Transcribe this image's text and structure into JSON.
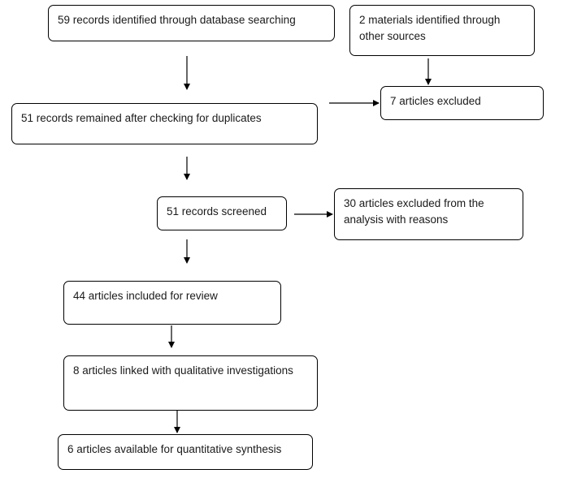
{
  "flowchart": {
    "nodes": {
      "database_search": "59 records identified through database searching",
      "other_sources": "2 materials identified through other sources",
      "after_duplicates": "51 records remained after checking for duplicates",
      "excluded_first": "7 articles excluded",
      "screened": "51 records screened",
      "excluded_reasons": "30 articles excluded from the analysis with reasons",
      "included_review": "44 articles included for review",
      "qualitative": "8 articles linked with qualitative investigations",
      "quantitative": "6 articles available for quantitative synthesis"
    }
  }
}
